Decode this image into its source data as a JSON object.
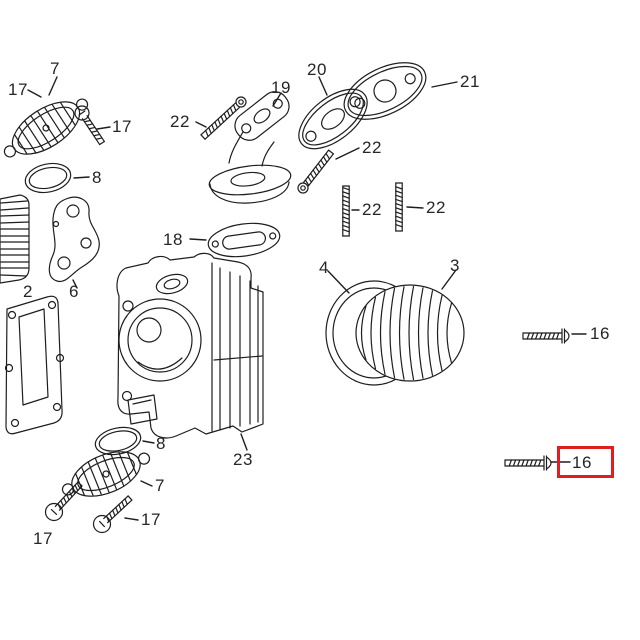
{
  "diagram": {
    "background_color": "#ffffff",
    "line_color": "#1e1e1e",
    "label_color": "#262626",
    "highlight_color": "#de1f1f",
    "highlighted_part_number": "16",
    "labels": [
      "7",
      "17",
      "17",
      "8",
      "22",
      "19",
      "20",
      "21",
      "22",
      "22",
      "22",
      "18",
      "2",
      "6",
      "4",
      "3",
      "23",
      "8",
      "7",
      "17",
      "17",
      "16",
      "16"
    ]
  }
}
